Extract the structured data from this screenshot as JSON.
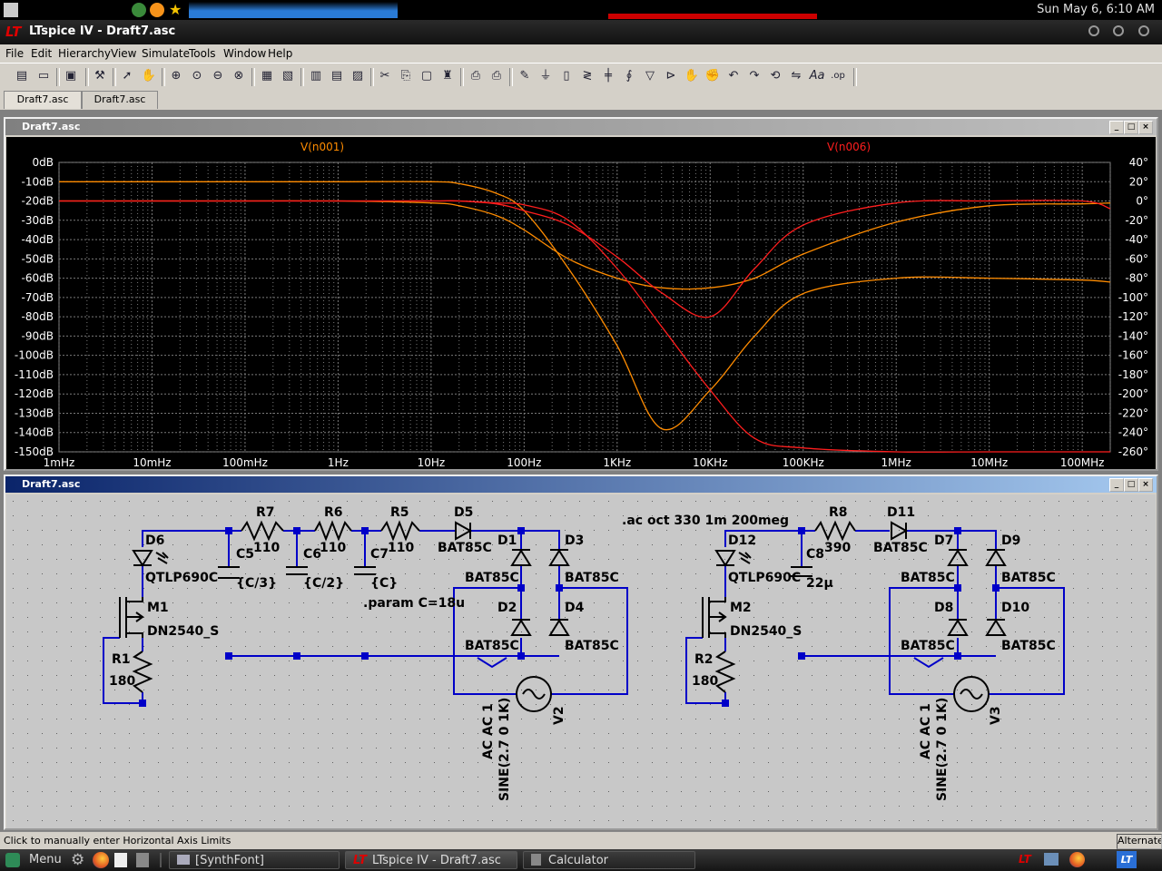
{
  "system": {
    "clock": "Sun May  6,  6:10 AM"
  },
  "app": {
    "window_title": "LTspice IV - Draft7.asc",
    "menu": [
      "File",
      "Edit",
      "Hierarchy",
      "View",
      "Simulate",
      "Tools",
      "Window",
      "Help"
    ],
    "tabs": [
      "Draft7.asc",
      "Draft7.asc"
    ]
  },
  "plot_window": {
    "title": "Draft7.asc",
    "traces": [
      {
        "name": "V(n001)",
        "color": "#ff8c00"
      },
      {
        "name": "V(n006)",
        "color": "#ff1e1e"
      }
    ],
    "left_ticks": [
      "0dB",
      "-10dB",
      "-20dB",
      "-30dB",
      "-40dB",
      "-50dB",
      "-60dB",
      "-70dB",
      "-80dB",
      "-90dB",
      "-100dB",
      "-110dB",
      "-120dB",
      "-130dB",
      "-140dB",
      "-150dB"
    ],
    "right_ticks": [
      "40°",
      "20°",
      "0°",
      "-20°",
      "-40°",
      "-60°",
      "-80°",
      "-100°",
      "-120°",
      "-140°",
      "-160°",
      "-180°",
      "-200°",
      "-220°",
      "-240°",
      "-260°"
    ],
    "x_ticks": [
      "1mHz",
      "10mHz",
      "100mHz",
      "1Hz",
      "10Hz",
      "100Hz",
      "1KHz",
      "10KHz",
      "100KHz",
      "1MHz",
      "10MHz",
      "100MHz"
    ]
  },
  "chart_data": {
    "type": "line",
    "title": "",
    "x_scale": "log",
    "xlabel": "",
    "ylabel": "",
    "xlim": [
      "1mHz",
      "200MHz"
    ],
    "ylim_left": [
      -150,
      0
    ],
    "ylim_right": [
      -260,
      40
    ],
    "grid": true,
    "x": [
      0.001,
      0.01,
      0.1,
      1,
      10,
      20,
      50,
      100,
      300,
      1000,
      3000,
      10000,
      30000,
      100000,
      1000000,
      10000000,
      100000000,
      200000000
    ],
    "series": [
      {
        "name": "V(n001)",
        "unit": "dB",
        "values": [
          -10,
          -10,
          -10,
          -10,
          -10,
          -11,
          -16,
          -25,
          -55,
          -95,
          -138,
          -118,
          -90,
          -68,
          -60,
          -60,
          -61,
          -62
        ]
      },
      {
        "name": "V(n001)",
        "unit": "deg",
        "values": [
          0,
          0,
          0,
          0,
          -2,
          -5,
          -15,
          -30,
          -60,
          -80,
          -90,
          -90,
          -80,
          -55,
          -22,
          -5,
          -3,
          -2
        ]
      },
      {
        "name": "V(n006)",
        "unit": "dB",
        "values": [
          -20,
          -20,
          -20,
          -20,
          -20,
          -20,
          -21,
          -22,
          -30,
          -55,
          -85,
          -118,
          -143,
          -148,
          -150,
          -150,
          -150,
          -150
        ]
      },
      {
        "name": "V(n006)",
        "unit": "deg",
        "values": [
          0,
          0,
          0,
          0,
          0,
          0,
          -3,
          -10,
          -25,
          -58,
          -95,
          -120,
          -70,
          -25,
          -2,
          0,
          0,
          -8
        ]
      }
    ]
  },
  "schematic_window": {
    "title": "Draft7.asc",
    "labels": [
      {
        "text": "R7"
      },
      {
        "text": "110"
      },
      {
        "text": "R6"
      },
      {
        "text": "110"
      },
      {
        "text": "R5"
      },
      {
        "text": "110"
      },
      {
        "text": "D5"
      },
      {
        "text": "BAT85C"
      },
      {
        "text": "D6"
      },
      {
        "text": "QTLP690C"
      },
      {
        "text": "C5"
      },
      {
        "text": "{C/3}"
      },
      {
        "text": "C6"
      },
      {
        "text": "{C/2}"
      },
      {
        "text": "C7"
      },
      {
        "text": "{C}"
      },
      {
        "text": ".param C=18u"
      },
      {
        "text": "M1"
      },
      {
        "text": "DN2540_S"
      },
      {
        "text": "R1"
      },
      {
        "text": "180"
      },
      {
        "text": "D1"
      },
      {
        "text": "BAT85C"
      },
      {
        "text": "D3"
      },
      {
        "text": "BAT85C"
      },
      {
        "text": "D2"
      },
      {
        "text": "BAT85C"
      },
      {
        "text": "D4"
      },
      {
        "text": "BAT85C"
      },
      {
        "text": "V2"
      },
      {
        "text": "AC AC 1"
      },
      {
        "text": "SINE(2.7 0 1K)"
      },
      {
        "text": ".ac oct 330 1m 200meg"
      },
      {
        "text": "R8"
      },
      {
        "text": "390"
      },
      {
        "text": "D11"
      },
      {
        "text": "BAT85C"
      },
      {
        "text": "D12"
      },
      {
        "text": "QTLP690C"
      },
      {
        "text": "C8"
      },
      {
        "text": "22µ"
      },
      {
        "text": "M2"
      },
      {
        "text": "DN2540_S"
      },
      {
        "text": "R2"
      },
      {
        "text": "180"
      },
      {
        "text": "D7"
      },
      {
        "text": "BAT85C"
      },
      {
        "text": "D9"
      },
      {
        "text": "BAT85C"
      },
      {
        "text": "D8"
      },
      {
        "text": "BAT85C"
      },
      {
        "text": "D10"
      },
      {
        "text": "BAT85C"
      },
      {
        "text": "V3"
      },
      {
        "text": "AC AC 1"
      },
      {
        "text": "SINE(2.7 0 1K)"
      }
    ]
  },
  "status": {
    "message": "Click to manually enter Horizontal Axis Limits",
    "right": "Alternate"
  },
  "taskbar": {
    "menu": "Menu",
    "tasks": [
      "[SynthFont]",
      "LTspice IV - Draft7.asc",
      "Calculator"
    ]
  }
}
